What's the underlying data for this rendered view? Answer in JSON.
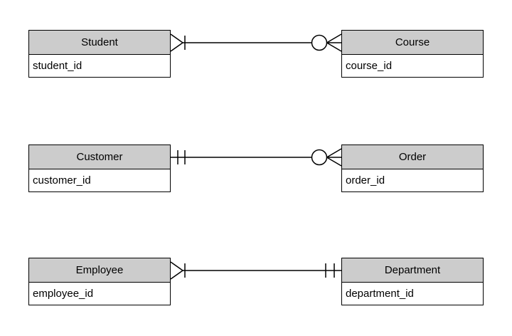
{
  "diagram": {
    "type": "entity-relationship-diagram",
    "notation": "crows-foot",
    "entities": [
      {
        "name": "Student",
        "attributes": [
          "student_id"
        ]
      },
      {
        "name": "Course",
        "attributes": [
          "course_id"
        ]
      },
      {
        "name": "Customer",
        "attributes": [
          "customer_id"
        ]
      },
      {
        "name": "Order",
        "attributes": [
          "order_id"
        ]
      },
      {
        "name": "Employee",
        "attributes": [
          "employee_id"
        ]
      },
      {
        "name": "Department",
        "attributes": [
          "department_id"
        ]
      }
    ],
    "relationships": [
      {
        "from": "Student",
        "to": "Course",
        "from_cardinality": "one-or-many",
        "to_cardinality": "zero-or-many"
      },
      {
        "from": "Customer",
        "to": "Order",
        "from_cardinality": "exactly-one",
        "to_cardinality": "zero-or-many"
      },
      {
        "from": "Employee",
        "to": "Department",
        "from_cardinality": "one-or-many",
        "to_cardinality": "exactly-one"
      }
    ],
    "colors": {
      "header_fill": "#cccccc",
      "row_fill": "#ffffff",
      "stroke": "#000000",
      "background": "#ffffff"
    }
  }
}
